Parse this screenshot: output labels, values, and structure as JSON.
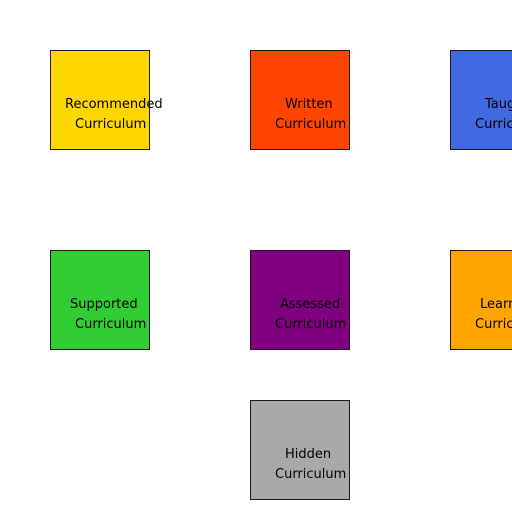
{
  "boxes": [
    {
      "id": "recommended",
      "line1": "Recommended",
      "line2": "Curriculum",
      "color": "#FFD700"
    },
    {
      "id": "written",
      "line1": "Written",
      "line2": "Curriculum",
      "color": "#FF4500"
    },
    {
      "id": "taught",
      "line1": "Taught",
      "line2": "Curriculum",
      "color": "#4169E1"
    },
    {
      "id": "supported",
      "line1": "Supported",
      "line2": "Curriculum",
      "color": "#32CD32"
    },
    {
      "id": "assessed",
      "line1": "Assessed",
      "line2": "Curriculum",
      "color": "#800080"
    },
    {
      "id": "learned",
      "line1": "Learned",
      "line2": "Curriculum",
      "color": "#FFA500"
    },
    {
      "id": "hidden",
      "line1": "Hidden",
      "line2": "Curriculum",
      "color": "#A9A9A9"
    }
  ]
}
